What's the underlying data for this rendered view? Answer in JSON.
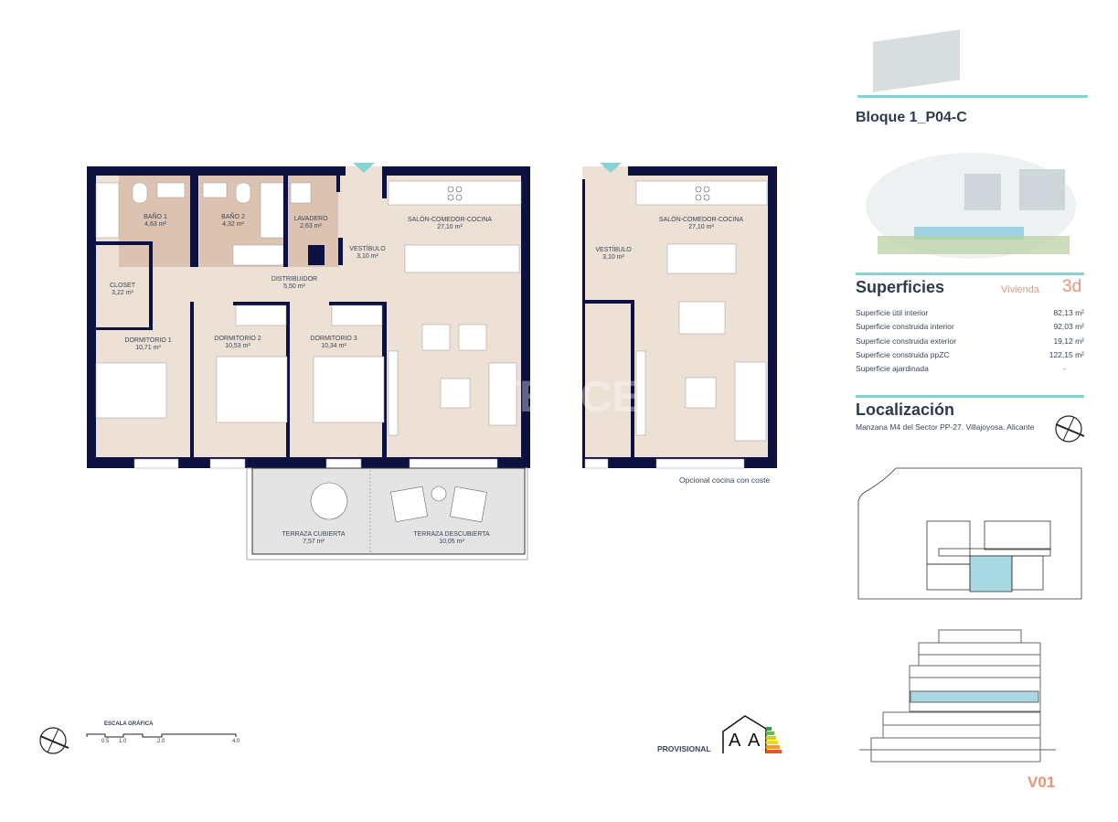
{
  "plan": {
    "rooms": [
      {
        "name": "BAÑO 1",
        "area": "4,63 m²"
      },
      {
        "name": "BAÑO 2",
        "area": "4,32 m²"
      },
      {
        "name": "LAVADERO",
        "area": "2,63 m²"
      },
      {
        "name": "VESTÍBULO",
        "area": "3,10 m²"
      },
      {
        "name": "SALÓN-COMEDOR-COCINA",
        "area": "27,10 m²"
      },
      {
        "name": "CLOSET",
        "area": "3,22 m²"
      },
      {
        "name": "DISTRIBUIDOR",
        "area": "5,50 m²"
      },
      {
        "name": "DORMITORIO 1",
        "area": "10,71 m²"
      },
      {
        "name": "DORMITORIO 2",
        "area": "10,53 m²"
      },
      {
        "name": "DORMITORIO 3",
        "area": "10,34 m²"
      },
      {
        "name": "TERRAZA CUBIERTA",
        "area": "7,57 m²"
      },
      {
        "name": "TERRAZA DESCUBIERTA",
        "area": "10,05 m²"
      }
    ],
    "alt_rooms": [
      {
        "name": "SALÓN-COMEDOR-COCINA",
        "area": "27,10 m²"
      },
      {
        "name": "VESTÍBULO",
        "area": "3,10 m²"
      }
    ],
    "alt_caption": "Opcional cocina con coste",
    "watermark": "TEKCE"
  },
  "scale": {
    "title": "ESCALA GRÁFICA",
    "ticks": [
      "0.5",
      "1.0",
      "2.0",
      "4.0"
    ]
  },
  "energy": {
    "label": "PROVISIONAL",
    "rating_1": "A",
    "rating_2": "A"
  },
  "sidebar": {
    "title": "Bloque 1_P04-C",
    "superficies_title": "Superficies",
    "vivienda_label": "Vivienda",
    "vivienda_type": "3d",
    "rows": [
      {
        "label": "Superficie útil interior",
        "value": "82,13 m²"
      },
      {
        "label": "Superficie construida interior",
        "value": "92,03 m²"
      },
      {
        "label": "Superficie construida exterior",
        "value": "19,12 m²"
      },
      {
        "label": "Superficie construida ppZC",
        "value": "122,15 m²"
      },
      {
        "label": "Superficie ajardinada",
        "value": "-"
      }
    ],
    "localizacion_title": "Localización",
    "address": "Manzana M4 del Sector PP-27. Villajoyosa. Alicante",
    "version": "V01"
  },
  "colors": {
    "wall": "#0d1140",
    "room": "#ede0d4",
    "wet": "#dcc3b1",
    "terrace": "#e4e4e4",
    "accent": "#86d3d3",
    "highlight": "#a8d8e2",
    "salmon": "#e8957a"
  }
}
